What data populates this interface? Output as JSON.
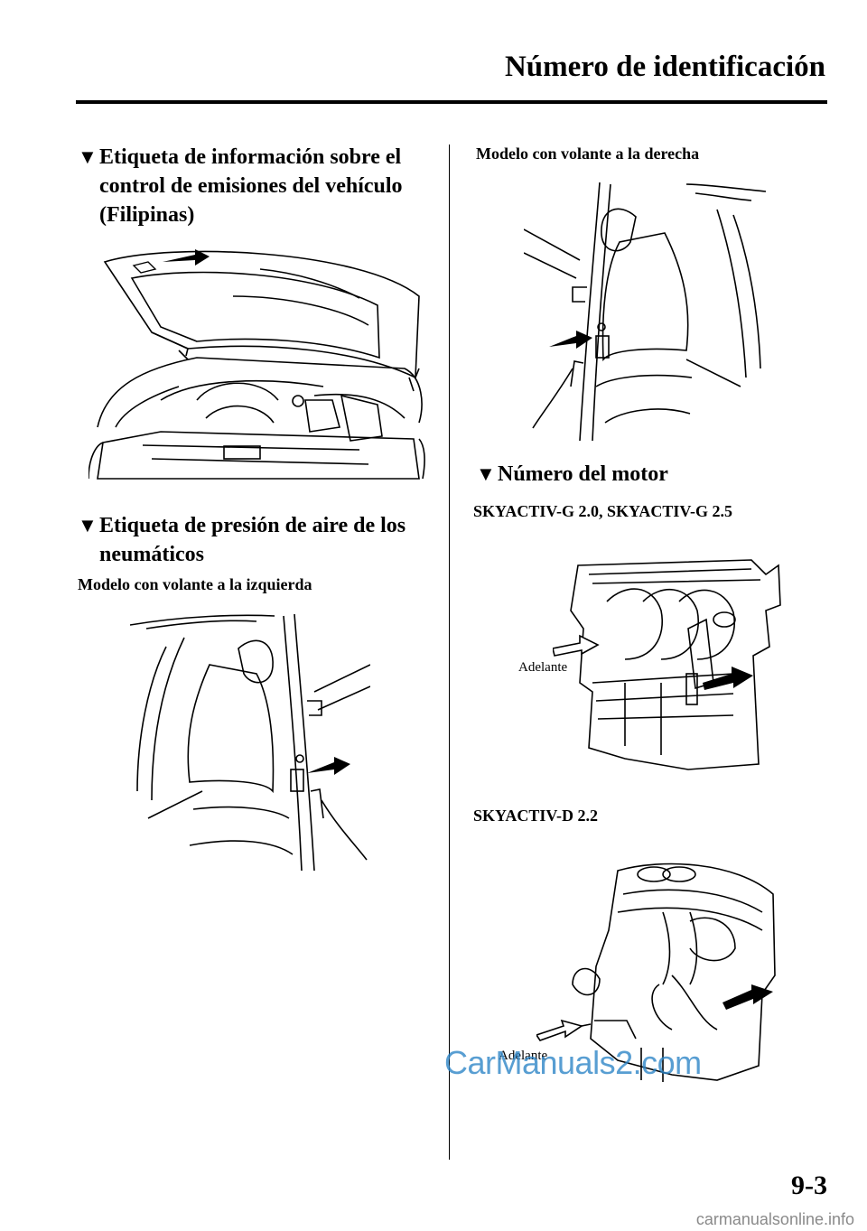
{
  "header": {
    "title": "Número de identificación"
  },
  "left": {
    "section1": {
      "marker": "▼",
      "heading": "Etiqueta de información sobre el control de emisiones del vehículo (Filipinas)"
    },
    "section2": {
      "marker": "▼",
      "heading": "Etiqueta de presión de aire de los neumáticos"
    },
    "subheading": "Modelo con volante a la izquierda"
  },
  "right": {
    "subheading_rhd": "Modelo con volante a la derecha",
    "section3": {
      "marker": "▼",
      "heading": "Número del motor"
    },
    "engine1": {
      "title": "SKYACTIV-G 2.0, SKYACTIV-G 2.5",
      "label": "Adelante"
    },
    "engine2": {
      "title": "SKYACTIV-D 2.2",
      "label": "Adelante"
    }
  },
  "page_number": "9-3",
  "watermark": "CarManuals2.com",
  "footer_site": "carmanualsonline.info"
}
